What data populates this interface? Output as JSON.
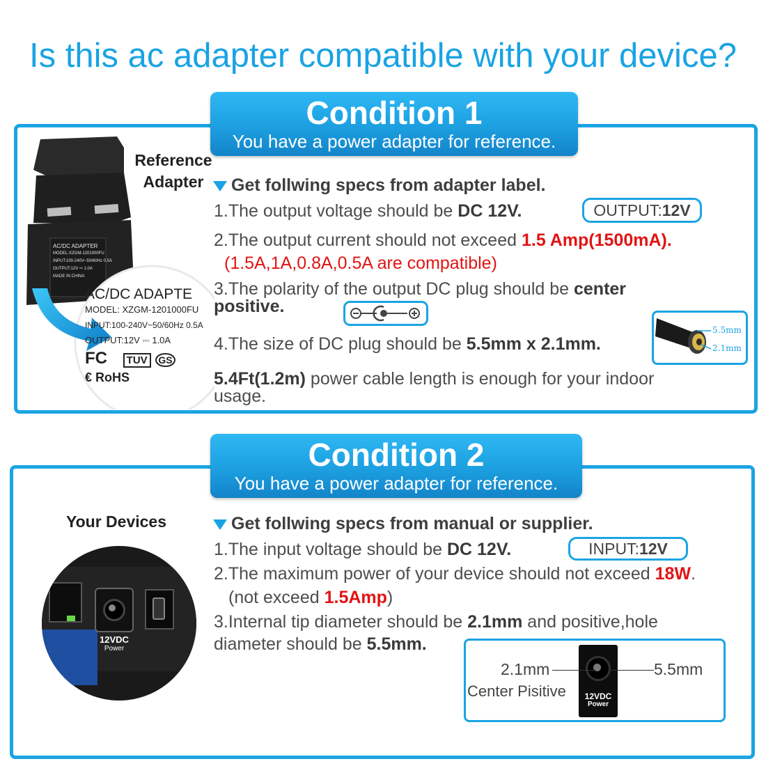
{
  "headline": "Is this ac adapter compatible with your device?",
  "condition1": {
    "title": "Condition 1",
    "subtitle": "You have a power adapter for reference.",
    "side_label_1": "Reference",
    "side_label_2": "Adapter",
    "photo": {
      "label_title": "AC/DC ADAPTER",
      "small_model": "MODEL:XZGM-1201000FU",
      "small_input": "INPUT:100-240V~50/60Hz 0.5A",
      "small_output": "OUTPUT:12V ⎓ 1.0A",
      "small_made": "MADE IN CHINA",
      "zoom_title": "AC/DC ADAPTE",
      "zoom_model": "MODEL: XZGM-1201000FU",
      "zoom_input": "INPUT:100-240V~50/60Hz 0.5A",
      "zoom_output": "OUTPUT:12V ⎓ 1.0A",
      "zoom_fc": "FC",
      "zoom_tuv": "TUV",
      "zoom_gs": "GS",
      "zoom_ce_rohs": "€ RoHS"
    },
    "heading": "Get follwing specs from adapter label.",
    "item1_pre": "1.The output voltage should be ",
    "item1_bold": "DC 12V.",
    "badge_label": "OUTPUT:",
    "badge_value": "12V",
    "item2_pre": "2.The output current should not exceed ",
    "item2_red": "1.5 Amp(1500mA)",
    "item2_end": ".",
    "item2_note": "(1.5A,1A,0.8A,0.5A are compatible)",
    "item3_pre": "3.The polarity of the output DC plug should be ",
    "item3_bold1": "center",
    "item3_bold2": "positive.",
    "item4_pre": "4.The size of DC plug should be ",
    "item4_bold": "5.5mm x 2.1mm.",
    "plug_label_1": "5.5mm",
    "plug_label_2": "2.1mm",
    "item5_bold": "5.4Ft(1.2m)",
    "item5_rest": " power cable length is enough for your indoor",
    "item5_cont": "usage."
  },
  "condition2": {
    "title": "Condition 2",
    "subtitle": "You have a power adapter for reference.",
    "side_label": "Your Devices",
    "photo_label_1": "12VDC",
    "photo_label_2": "Power",
    "heading": "Get follwing specs from manual or supplier.",
    "item1_pre": "1.The input voltage should be ",
    "item1_bold": "DC 12V.",
    "badge_label": "INPUT:",
    "badge_value": "12V",
    "item2_pre": "2.The maximum power of your device should not exceed ",
    "item2_red": "18W",
    "item2_end": ".",
    "item2_note_pre": "(not exceed ",
    "item2_note_red": "1.5Amp",
    "item2_note_end": ")",
    "item3_pre": "3.Internal tip diameter should be ",
    "item3_bold": "2.1mm",
    "item3_rest": " and positive,hole",
    "item3_cont_pre": "diameter should be ",
    "item3_cont_bold": "5.5mm.",
    "jack_left_1": "2.1mm",
    "jack_left_2": "Center Pisitive",
    "jack_right": "5.5mm",
    "jack_label_1": "12VDC",
    "jack_label_2": "Power"
  },
  "colors": {
    "accent": "#1aa3e4",
    "red": "#e11414",
    "text": "#4a4a4a"
  },
  "icons": [
    "down-triangle-icon",
    "polarity-center-positive-icon",
    "dc-plug-icon",
    "dc-jack-icon",
    "ac-adapter-icon"
  ]
}
